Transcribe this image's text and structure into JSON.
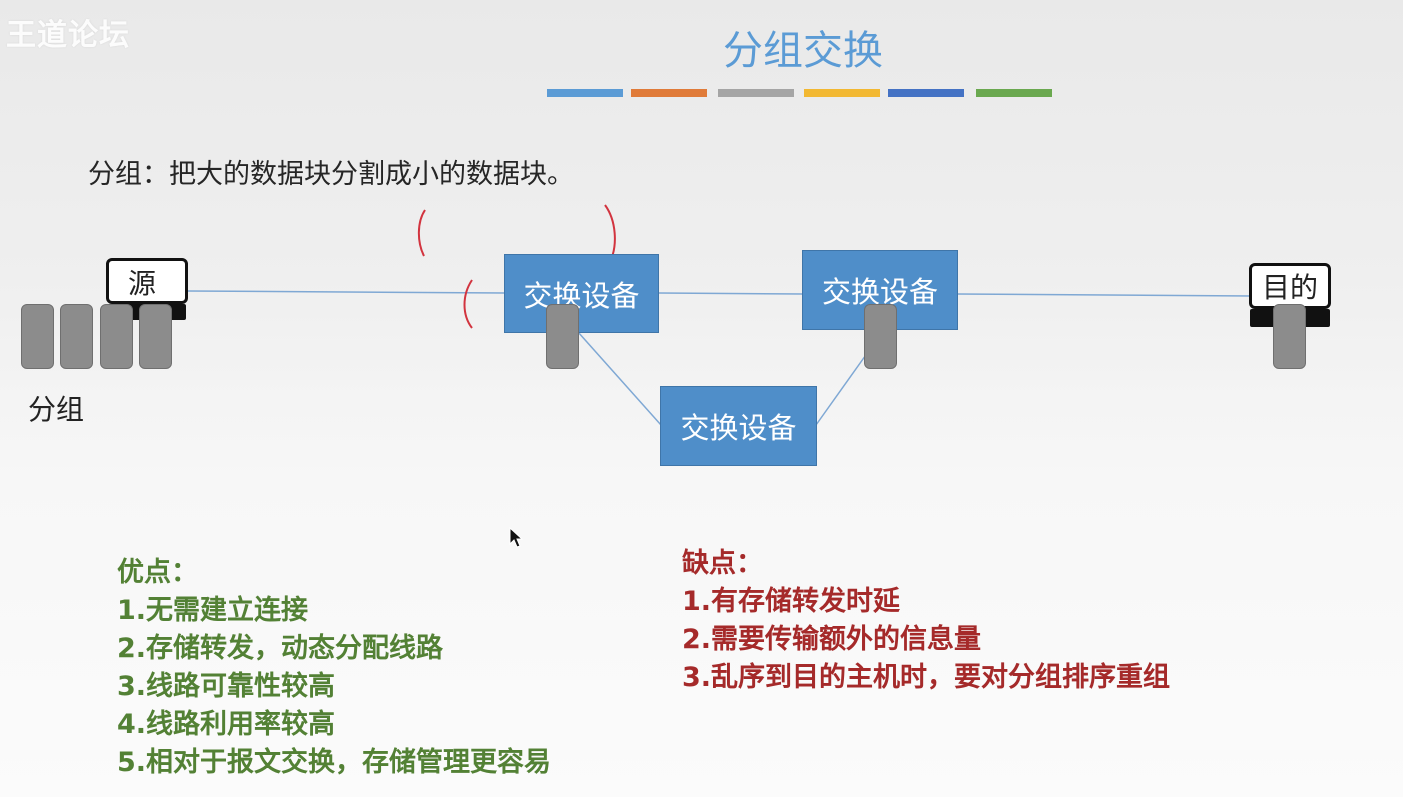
{
  "watermark": "王道论坛",
  "title": "分组交换",
  "title_bar_colors": [
    "#5b9bd5",
    "#e07b39",
    "#a5a5a5",
    "#f2b832",
    "#4472c4",
    "#6aa84f"
  ],
  "definition": "分组：把大的数据块分割成小的数据块。",
  "diagram": {
    "source_label": "源",
    "destination_label": "目的",
    "switch_label": "交换设备",
    "packets_label": "分组",
    "link_color": "#7fa8d4",
    "switch_color": "#4f8ec9",
    "annotation_color": "#d2343f"
  },
  "pros": {
    "title": "优点：",
    "items": [
      "1.无需建立连接",
      "2.存储转发，动态分配线路",
      "3.线路可靠性较高",
      "4.线路利用率较高",
      "5.相对于报文交换，存储管理更容易"
    ],
    "color": "#538135"
  },
  "cons": {
    "title": "缺点：",
    "items": [
      "1.有存储转发时延",
      "2.需要传输额外的信息量",
      "3.乱序到目的主机时，要对分组排序重组"
    ],
    "color": "#a52a2a"
  }
}
